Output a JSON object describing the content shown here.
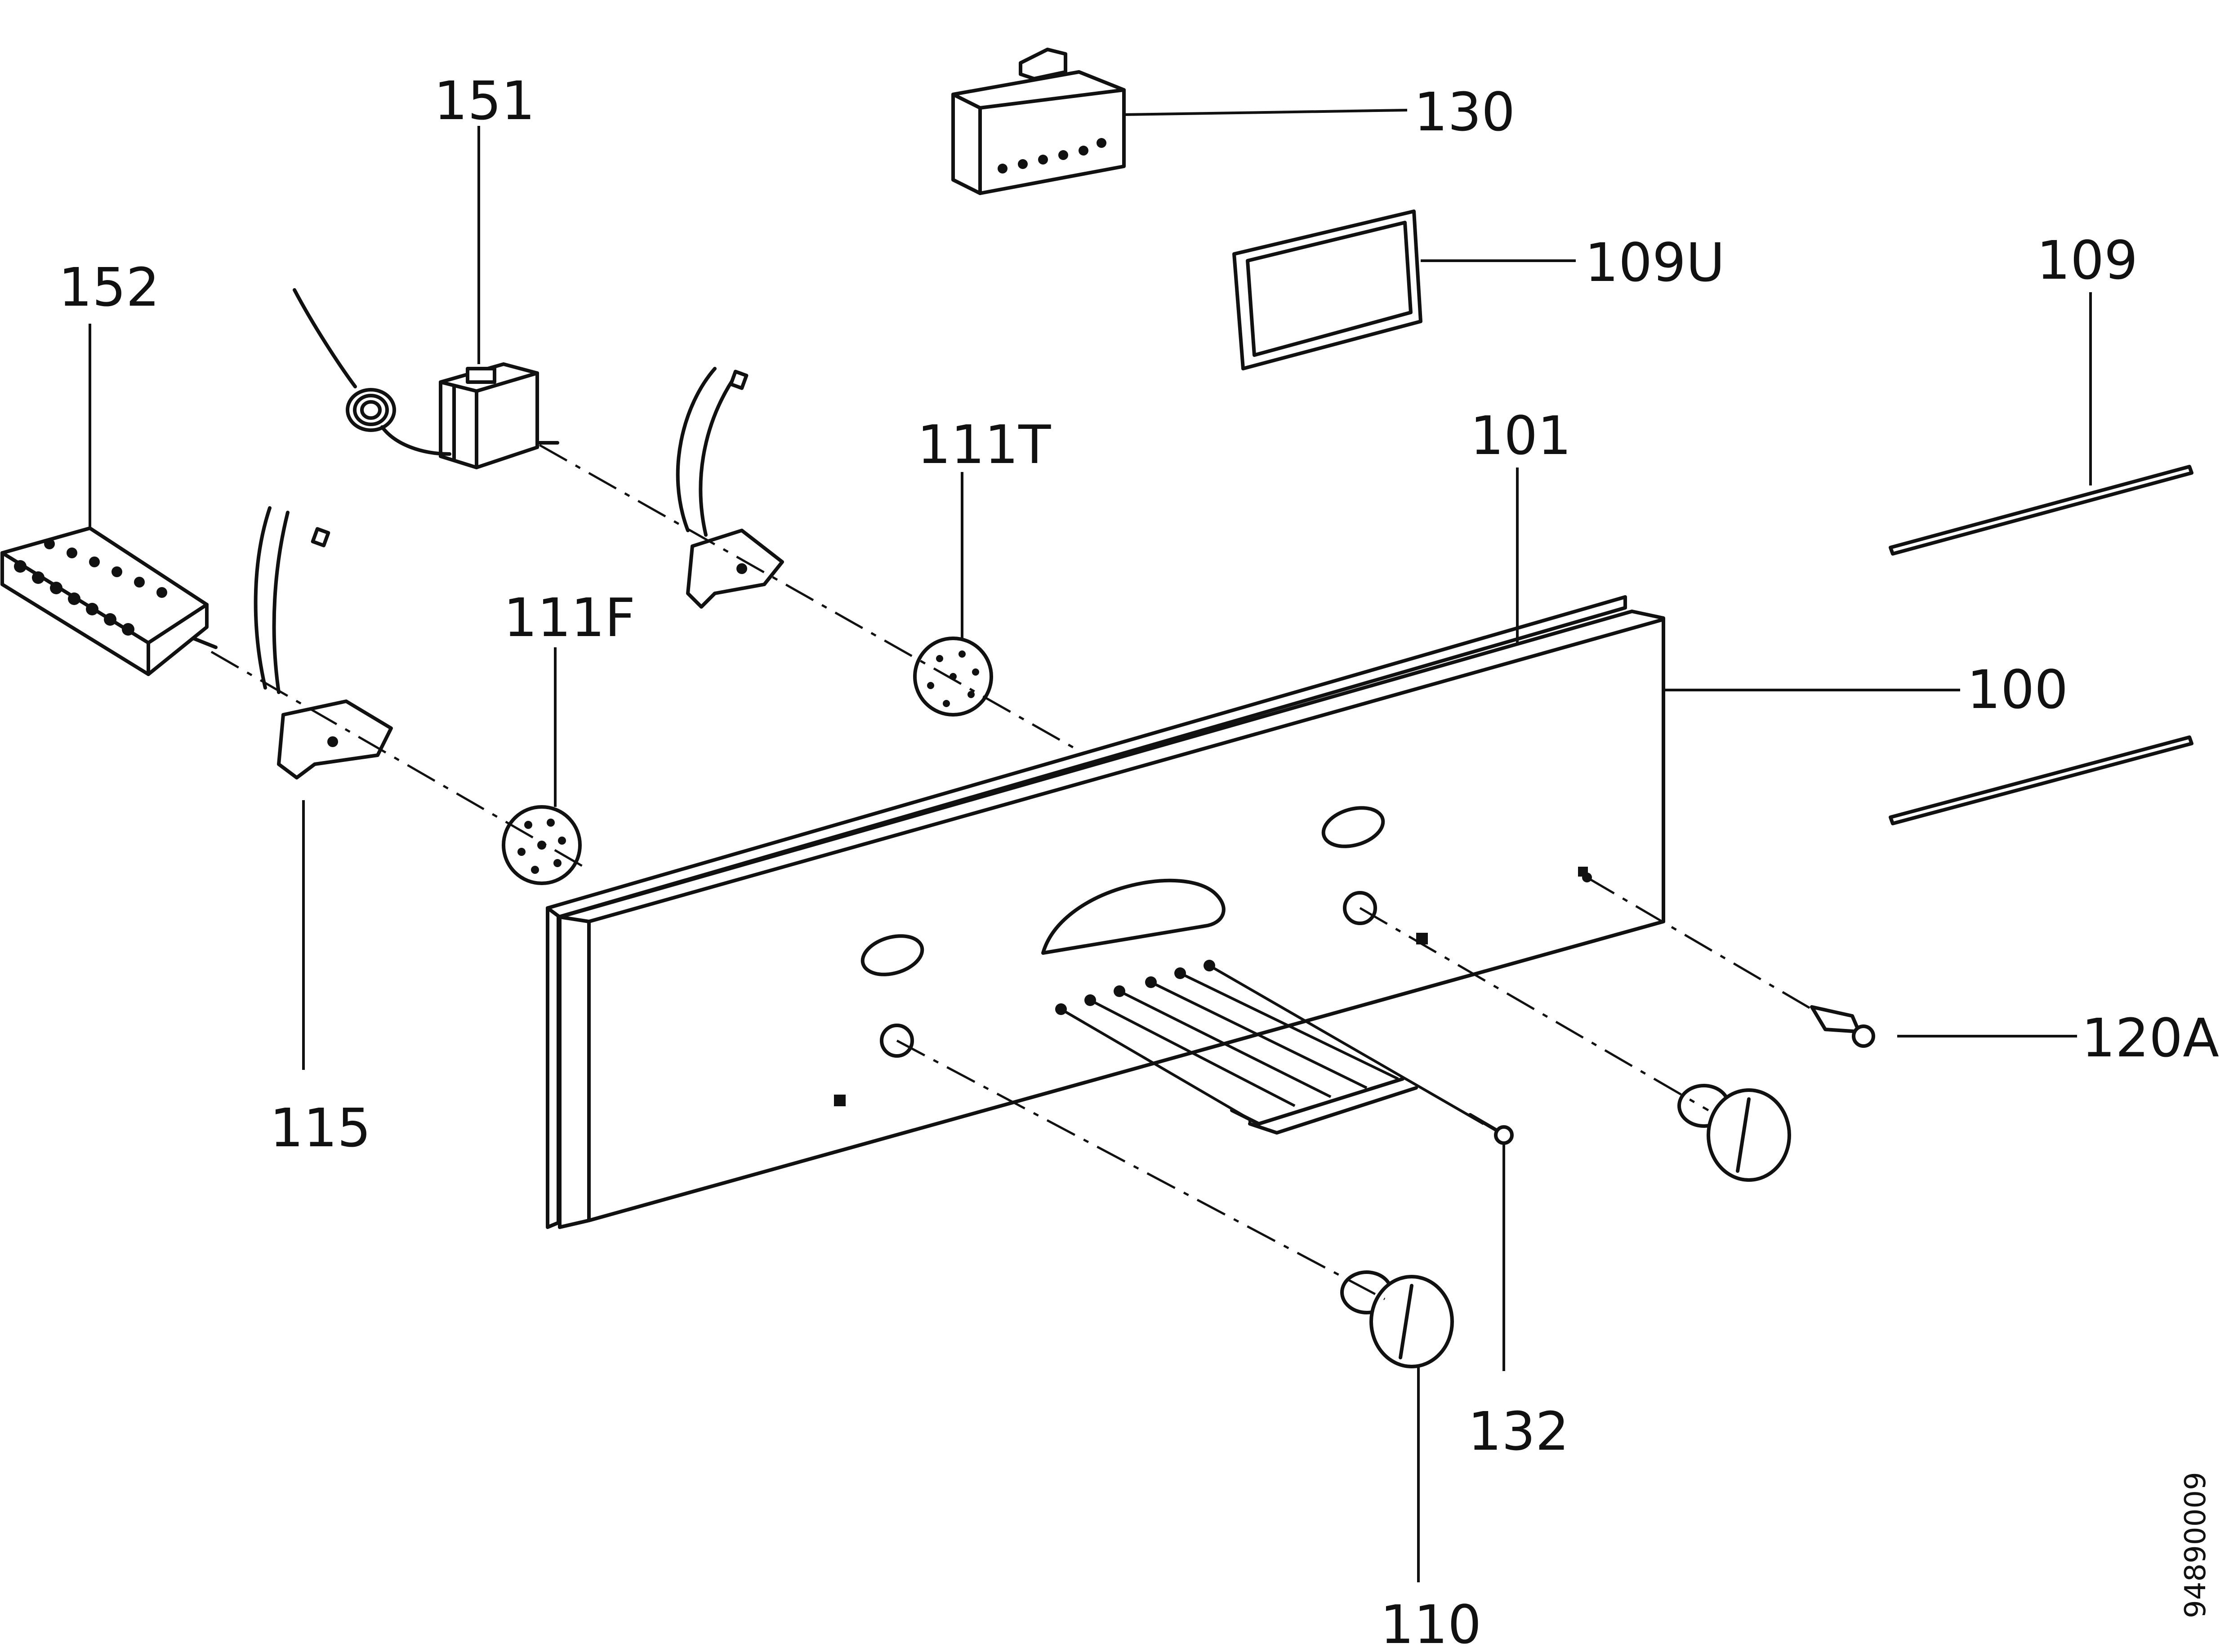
{
  "diagram": {
    "labels": {
      "p100": "100",
      "p101": "101",
      "p109": "109",
      "p109U": "109U",
      "p110": "110",
      "p111F": "111F",
      "p111T": "111T",
      "p115": "115",
      "p120A": "120A",
      "p130": "130",
      "p132": "132",
      "p151": "151",
      "p152": "152"
    },
    "document_number": "94890009"
  }
}
